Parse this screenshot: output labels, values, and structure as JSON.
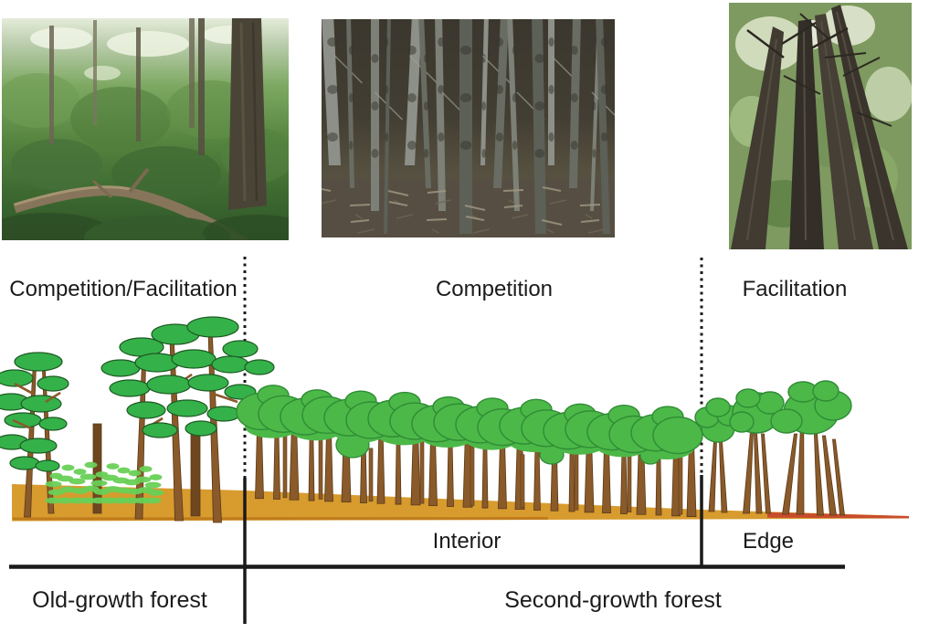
{
  "figure": {
    "type": "forest-structure-diagram",
    "photos": [
      {
        "id": "old-growth-forest-photo"
      },
      {
        "id": "dense-second-growth-interior-photo"
      },
      {
        "id": "tall-trunks-looking-up-photo"
      }
    ]
  },
  "labels": {
    "old_growth_zone": "Competition/Facilitation",
    "interior_zone": "Competition",
    "edge_zone": "Facilitation",
    "interior": "Interior",
    "edge": "Edge",
    "old_growth_forest": "Old-growth forest",
    "second_growth_forest": "Second-growth forest"
  },
  "colors": {
    "pine_green": "#35b14a",
    "pine_outline": "#1d5a22",
    "canopy_green": "#4cb848",
    "canopy_outline": "#2f8c35",
    "understory_green": "#68d056",
    "trunk_brown": "#8a5a2b",
    "trunk_outline": "#5a3a16",
    "snag_brown": "#6e4720",
    "ground_orange": "#d79b2e",
    "ground_shadow": "#c07c1c",
    "ground_red_tip": "#c6452c",
    "line_black": "#1a1a1a"
  }
}
